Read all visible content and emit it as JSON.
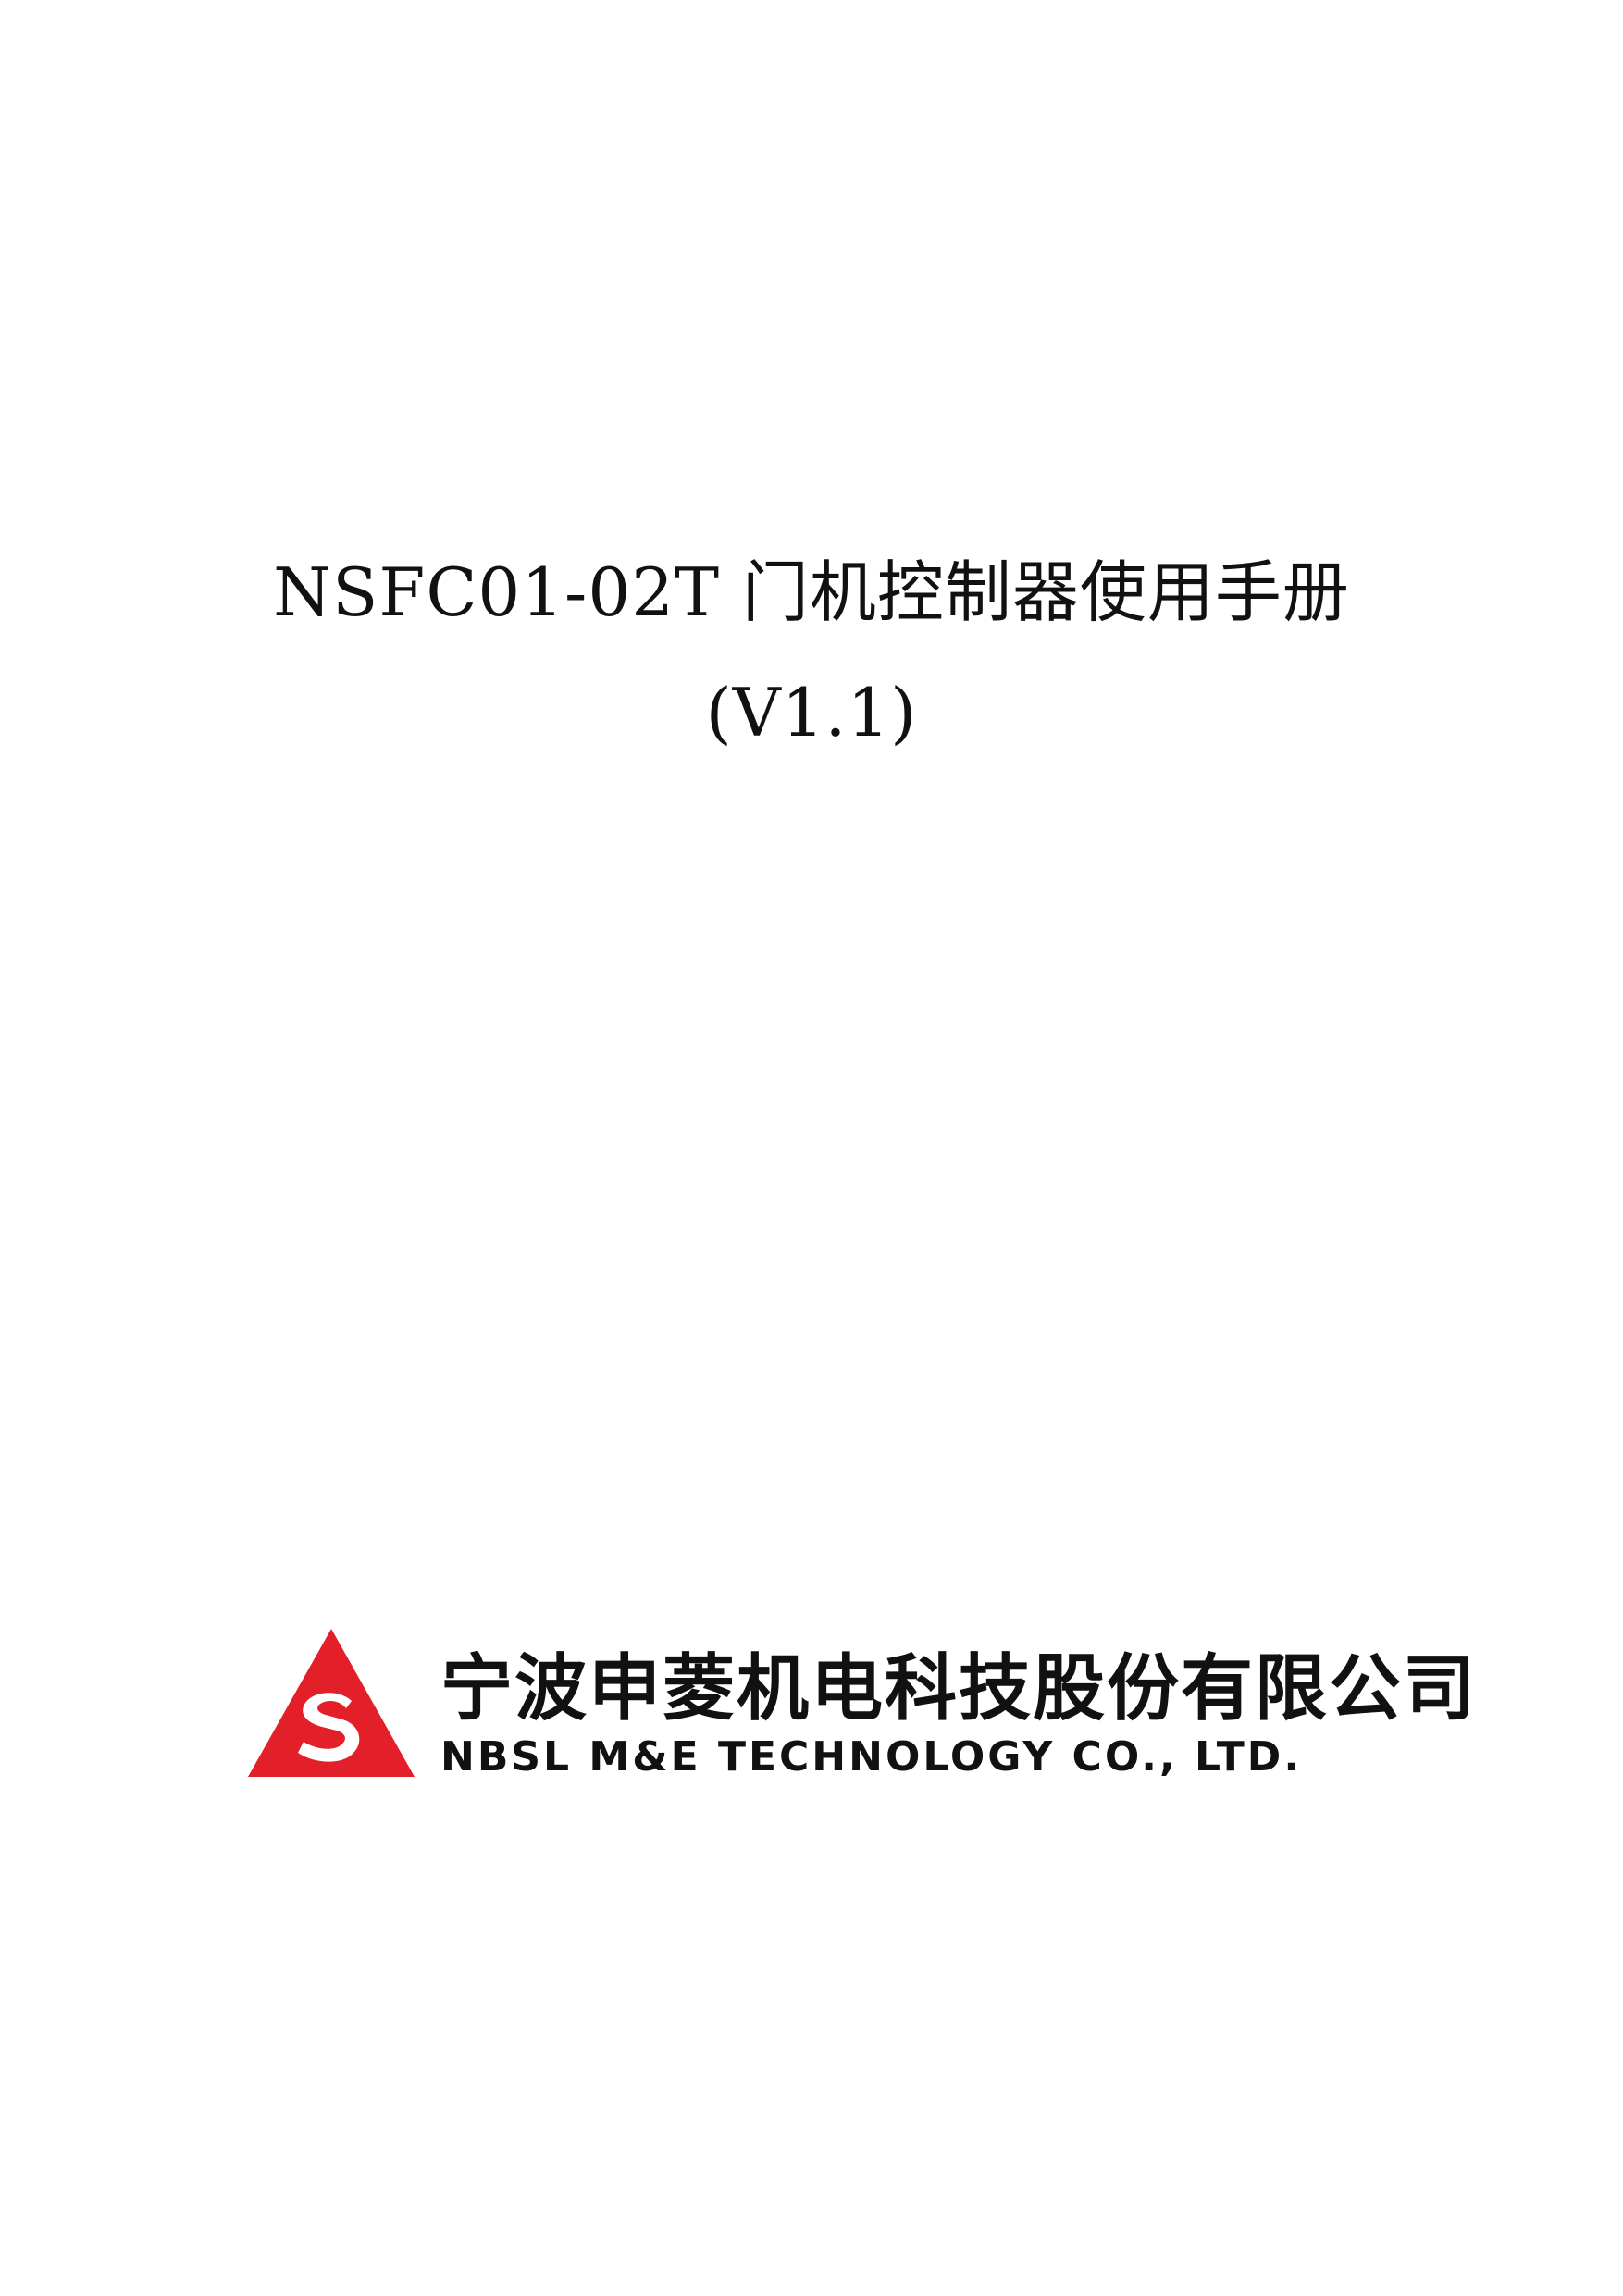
{
  "document": {
    "title": "NSFC01-02T 门机控制器使用手册",
    "version": "(V1.1)"
  },
  "logo": {
    "icon": "company-logo-triangle-s-icon",
    "company_cn": "宁波申菱机电科技股份有限公司",
    "company_en": "NBSL M&E TECHNOLOGY CO., LTD.",
    "brand_color": "#e3202a"
  }
}
